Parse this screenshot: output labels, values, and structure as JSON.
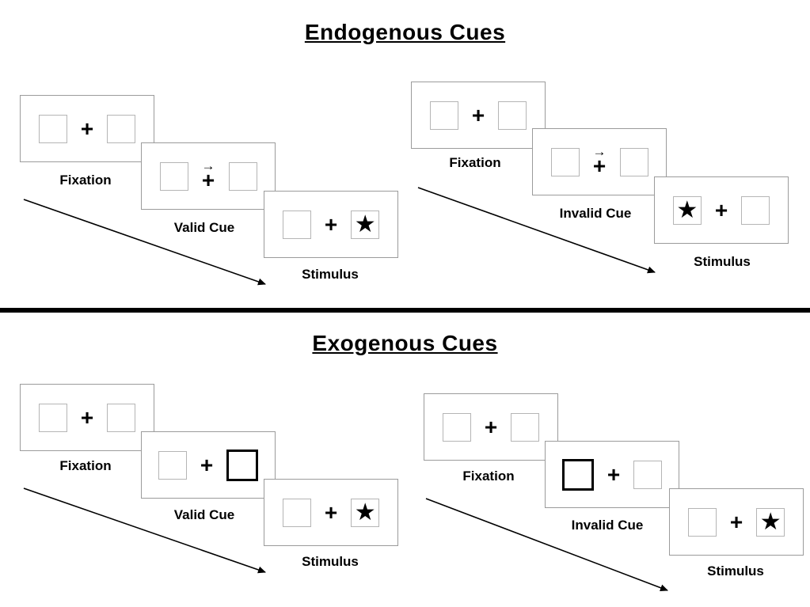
{
  "glyphs": {
    "plus": "+",
    "star": "★",
    "cue_arrow": "→"
  },
  "colors": {
    "ink": "#000000",
    "panel_border": "#9b9b9b",
    "box_border": "#b5b5b5"
  },
  "sections": [
    {
      "title": "Endogenous Cues",
      "groups": [
        {
          "name": "valid-trial",
          "panels": [
            {
              "label": "Fixation"
            },
            {
              "label": "Valid Cue"
            },
            {
              "label": "Stimulus"
            }
          ]
        },
        {
          "name": "invalid-trial",
          "panels": [
            {
              "label": "Fixation"
            },
            {
              "label": "Invalid Cue"
            },
            {
              "label": "Stimulus"
            }
          ]
        }
      ]
    },
    {
      "title": "Exogenous Cues",
      "groups": [
        {
          "name": "valid-trial",
          "panels": [
            {
              "label": "Fixation"
            },
            {
              "label": "Valid Cue"
            },
            {
              "label": "Stimulus"
            }
          ]
        },
        {
          "name": "invalid-trial",
          "panels": [
            {
              "label": "Fixation"
            },
            {
              "label": "Invalid Cue"
            },
            {
              "label": "Stimulus"
            }
          ]
        }
      ]
    }
  ]
}
